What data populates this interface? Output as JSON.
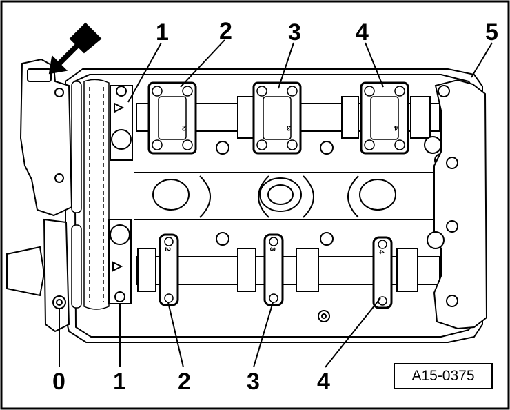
{
  "figure": {
    "reference_code": "A15-0375",
    "arrow_icon": "bold-arrow-icon",
    "colors": {
      "line": "#000000",
      "fill": "#ffffff"
    }
  },
  "callouts_top": [
    {
      "id": "top-1",
      "label": "1"
    },
    {
      "id": "top-2",
      "label": "2"
    },
    {
      "id": "top-3",
      "label": "3"
    },
    {
      "id": "top-4",
      "label": "4"
    },
    {
      "id": "top-5",
      "label": "5"
    }
  ],
  "callouts_bottom": [
    {
      "id": "bottom-0",
      "label": "0"
    },
    {
      "id": "bottom-1",
      "label": "1"
    },
    {
      "id": "bottom-2",
      "label": "2"
    },
    {
      "id": "bottom-3",
      "label": "3"
    },
    {
      "id": "bottom-4",
      "label": "4"
    }
  ],
  "cap_markings": {
    "intake": [
      "2",
      "3",
      "4"
    ],
    "exhaust": [
      "2",
      "3",
      "4"
    ]
  }
}
